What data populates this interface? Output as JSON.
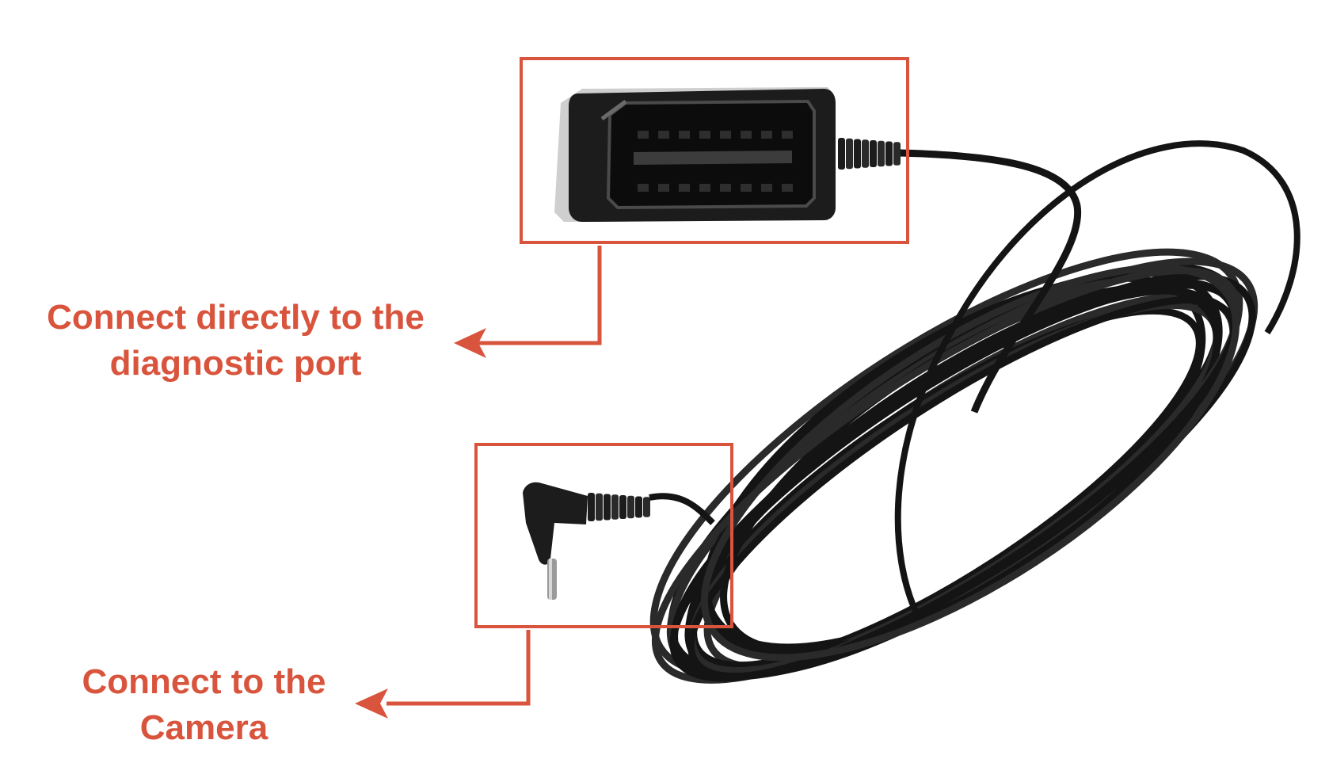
{
  "colors": {
    "annotation": "#d9543c",
    "cable": "#141414",
    "connector_body": "#1c1c1c",
    "connector_face": "#cfcfcf",
    "background": "#ffffff"
  },
  "annotations": {
    "obd_port": {
      "line1": "Connect directly to the",
      "line2": "diagnostic port"
    },
    "camera": {
      "line1": "Connect to the",
      "line2": "Camera"
    }
  }
}
